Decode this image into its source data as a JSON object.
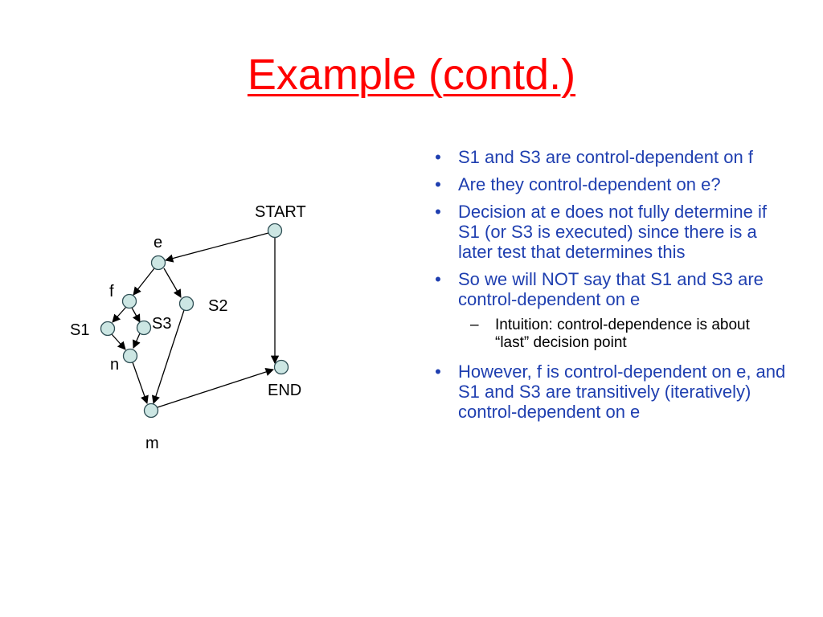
{
  "slide": {
    "title": "Example (contd.)"
  },
  "diagram": {
    "labels": {
      "start": "START",
      "e": "e",
      "f": "f",
      "s1": "S1",
      "s2": "S2",
      "s3": "S3",
      "n": "n",
      "end": "END",
      "m": "m"
    }
  },
  "bullets": [
    {
      "marker": "•",
      "text": "S1 and S3 are control-dependent on f"
    },
    {
      "marker": "•",
      "text": "Are they control-dependent on e?"
    },
    {
      "marker": "•",
      "text": "Decision at e does not fully determine if S1 (or S3 is executed) since there is a later test that determines this"
    },
    {
      "marker": "•",
      "text": "So we will NOT say that S1 and S3 are control-dependent on e"
    },
    {
      "marker": "–",
      "text": "Intuition: control-dependence is about “last” decision point"
    },
    {
      "marker": "•",
      "text": "However, f is control-dependent on e, and S1 and S3 are transitively (iteratively) control-dependent on e"
    }
  ],
  "colors": {
    "title": "#ff0000",
    "bullet_text": "#1f3fb0",
    "sub_bullet_text": "#000000",
    "node_fill": "#cce6e3"
  }
}
